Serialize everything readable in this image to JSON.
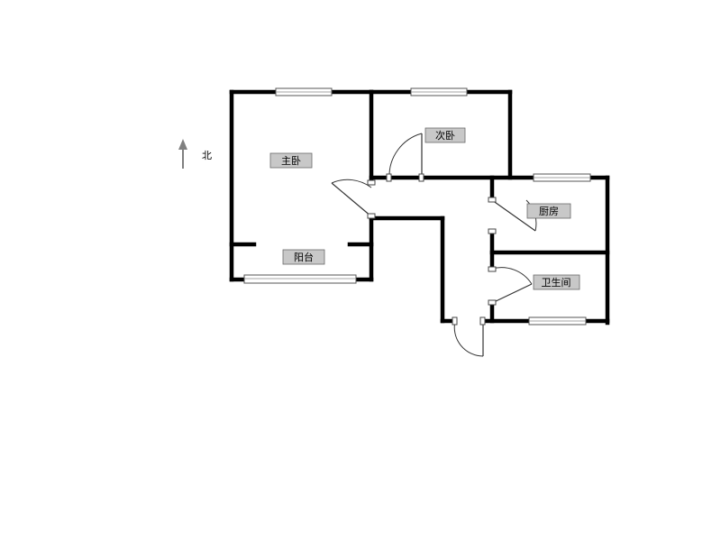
{
  "compass": {
    "label": "北",
    "icon": "north-arrow-icon"
  },
  "rooms": {
    "master_bedroom": "主卧",
    "second_bedroom": "次卧",
    "balcony": "阳台",
    "kitchen": "厨房",
    "bathroom": "卫生间"
  },
  "colors": {
    "wall": "#000000",
    "label_background": "#c8c8c8",
    "compass_arrow": "#808080"
  }
}
